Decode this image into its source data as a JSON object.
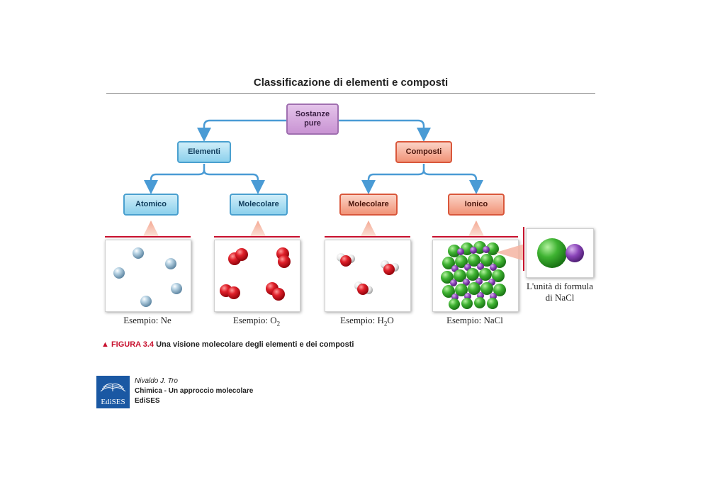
{
  "title": "Classificazione di elementi e composti",
  "colors": {
    "accent_red": "#c8102e",
    "purple": "#c993d3",
    "blue": "#8cd0ec",
    "orange_red": "#f19377",
    "arrow_blue": "#4a9bd5"
  },
  "nodes": {
    "root": {
      "line1": "Sostanze",
      "line2": "pure"
    },
    "elementi": "Elementi",
    "composti": "Composti",
    "atomico": "Atomico",
    "molecolare_el": "Molecolare",
    "molecolare_comp": "Molecolare",
    "ionico": "Ionico"
  },
  "examples": [
    {
      "prefix": "Esempio: ",
      "formula_main": "Ne",
      "formula_sub": "",
      "formula_rest": ""
    },
    {
      "prefix": "Esempio: ",
      "formula_main": "O",
      "formula_sub": "2",
      "formula_rest": ""
    },
    {
      "prefix": "Esempio: ",
      "formula_main": "H",
      "formula_sub": "2",
      "formula_rest": "O"
    },
    {
      "prefix": "Esempio: ",
      "formula_main": "NaCl",
      "formula_sub": "",
      "formula_rest": ""
    }
  ],
  "unit_label": {
    "line1": "L'unità di formula",
    "line2": "di NaCl"
  },
  "figure_caption": {
    "label": "▲ FIGURA 3.4",
    "text": "Una visione molecolare degli elementi e dei composti"
  },
  "credits": {
    "author": "Nivaldo J. Tro",
    "book": "Chimica - Un approccio molecolare",
    "publisher": "EdiSES",
    "logo_text": "EdiSES"
  }
}
